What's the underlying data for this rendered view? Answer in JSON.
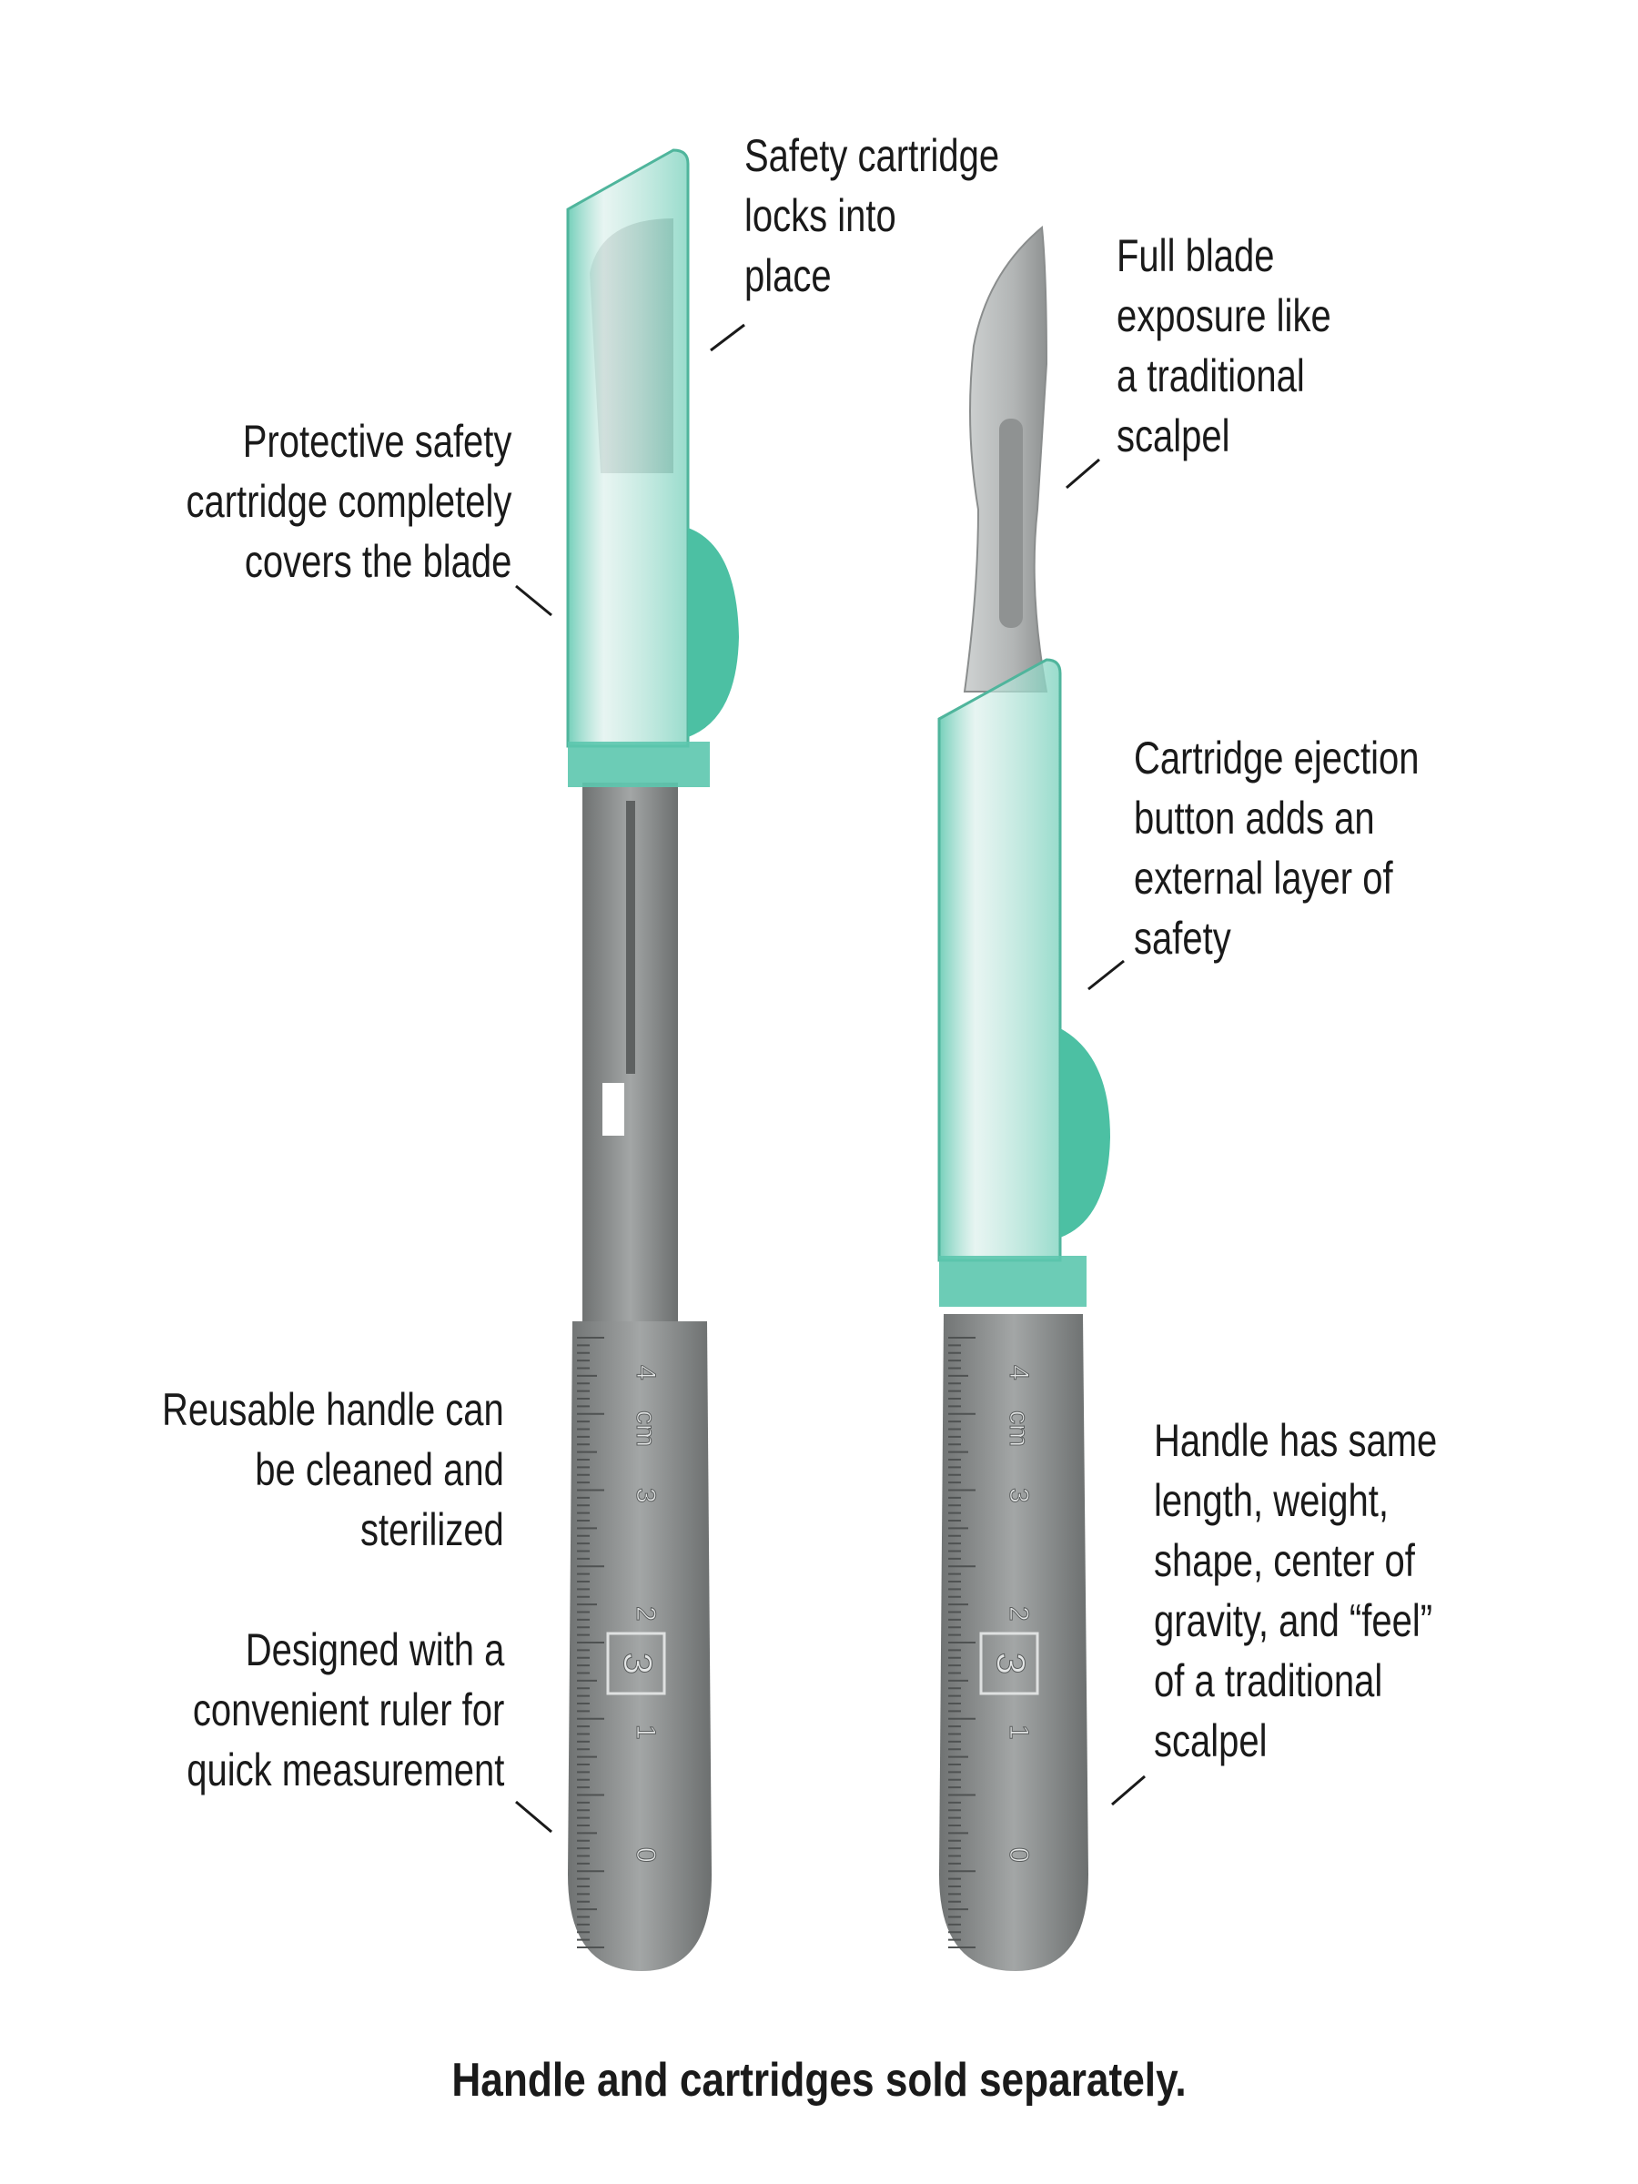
{
  "callouts": {
    "safety_cartridge": [
      "Safety cartridge",
      "locks into",
      "place"
    ],
    "full_blade": [
      "Full blade",
      "exposure like",
      "a traditional",
      "scalpel"
    ],
    "protective": [
      "Protective safety",
      "cartridge completely",
      "covers the blade"
    ],
    "ejection": [
      "Cartridge ejection",
      "button adds an",
      "external layer of",
      "safety"
    ],
    "reusable": [
      "Reusable handle can",
      "be cleaned and",
      "sterilized"
    ],
    "ruler": [
      "Designed with a",
      "convenient ruler for",
      "quick measurement"
    ],
    "same_feel": [
      "Handle has same",
      "length, weight,",
      "shape, center of",
      "gravity, and “feel”",
      "of a traditional",
      "scalpel"
    ]
  },
  "ruler_labels": {
    "n4": "4",
    "unit": "cm",
    "n3": "3",
    "n2": "2",
    "n1": "1",
    "n0": "0",
    "size": "3"
  },
  "caption": "Handle and cartridges sold separately.",
  "colors": {
    "cartridge": "#5cc7ae",
    "steel": "#8e9090",
    "text": "#1a1a1a"
  }
}
